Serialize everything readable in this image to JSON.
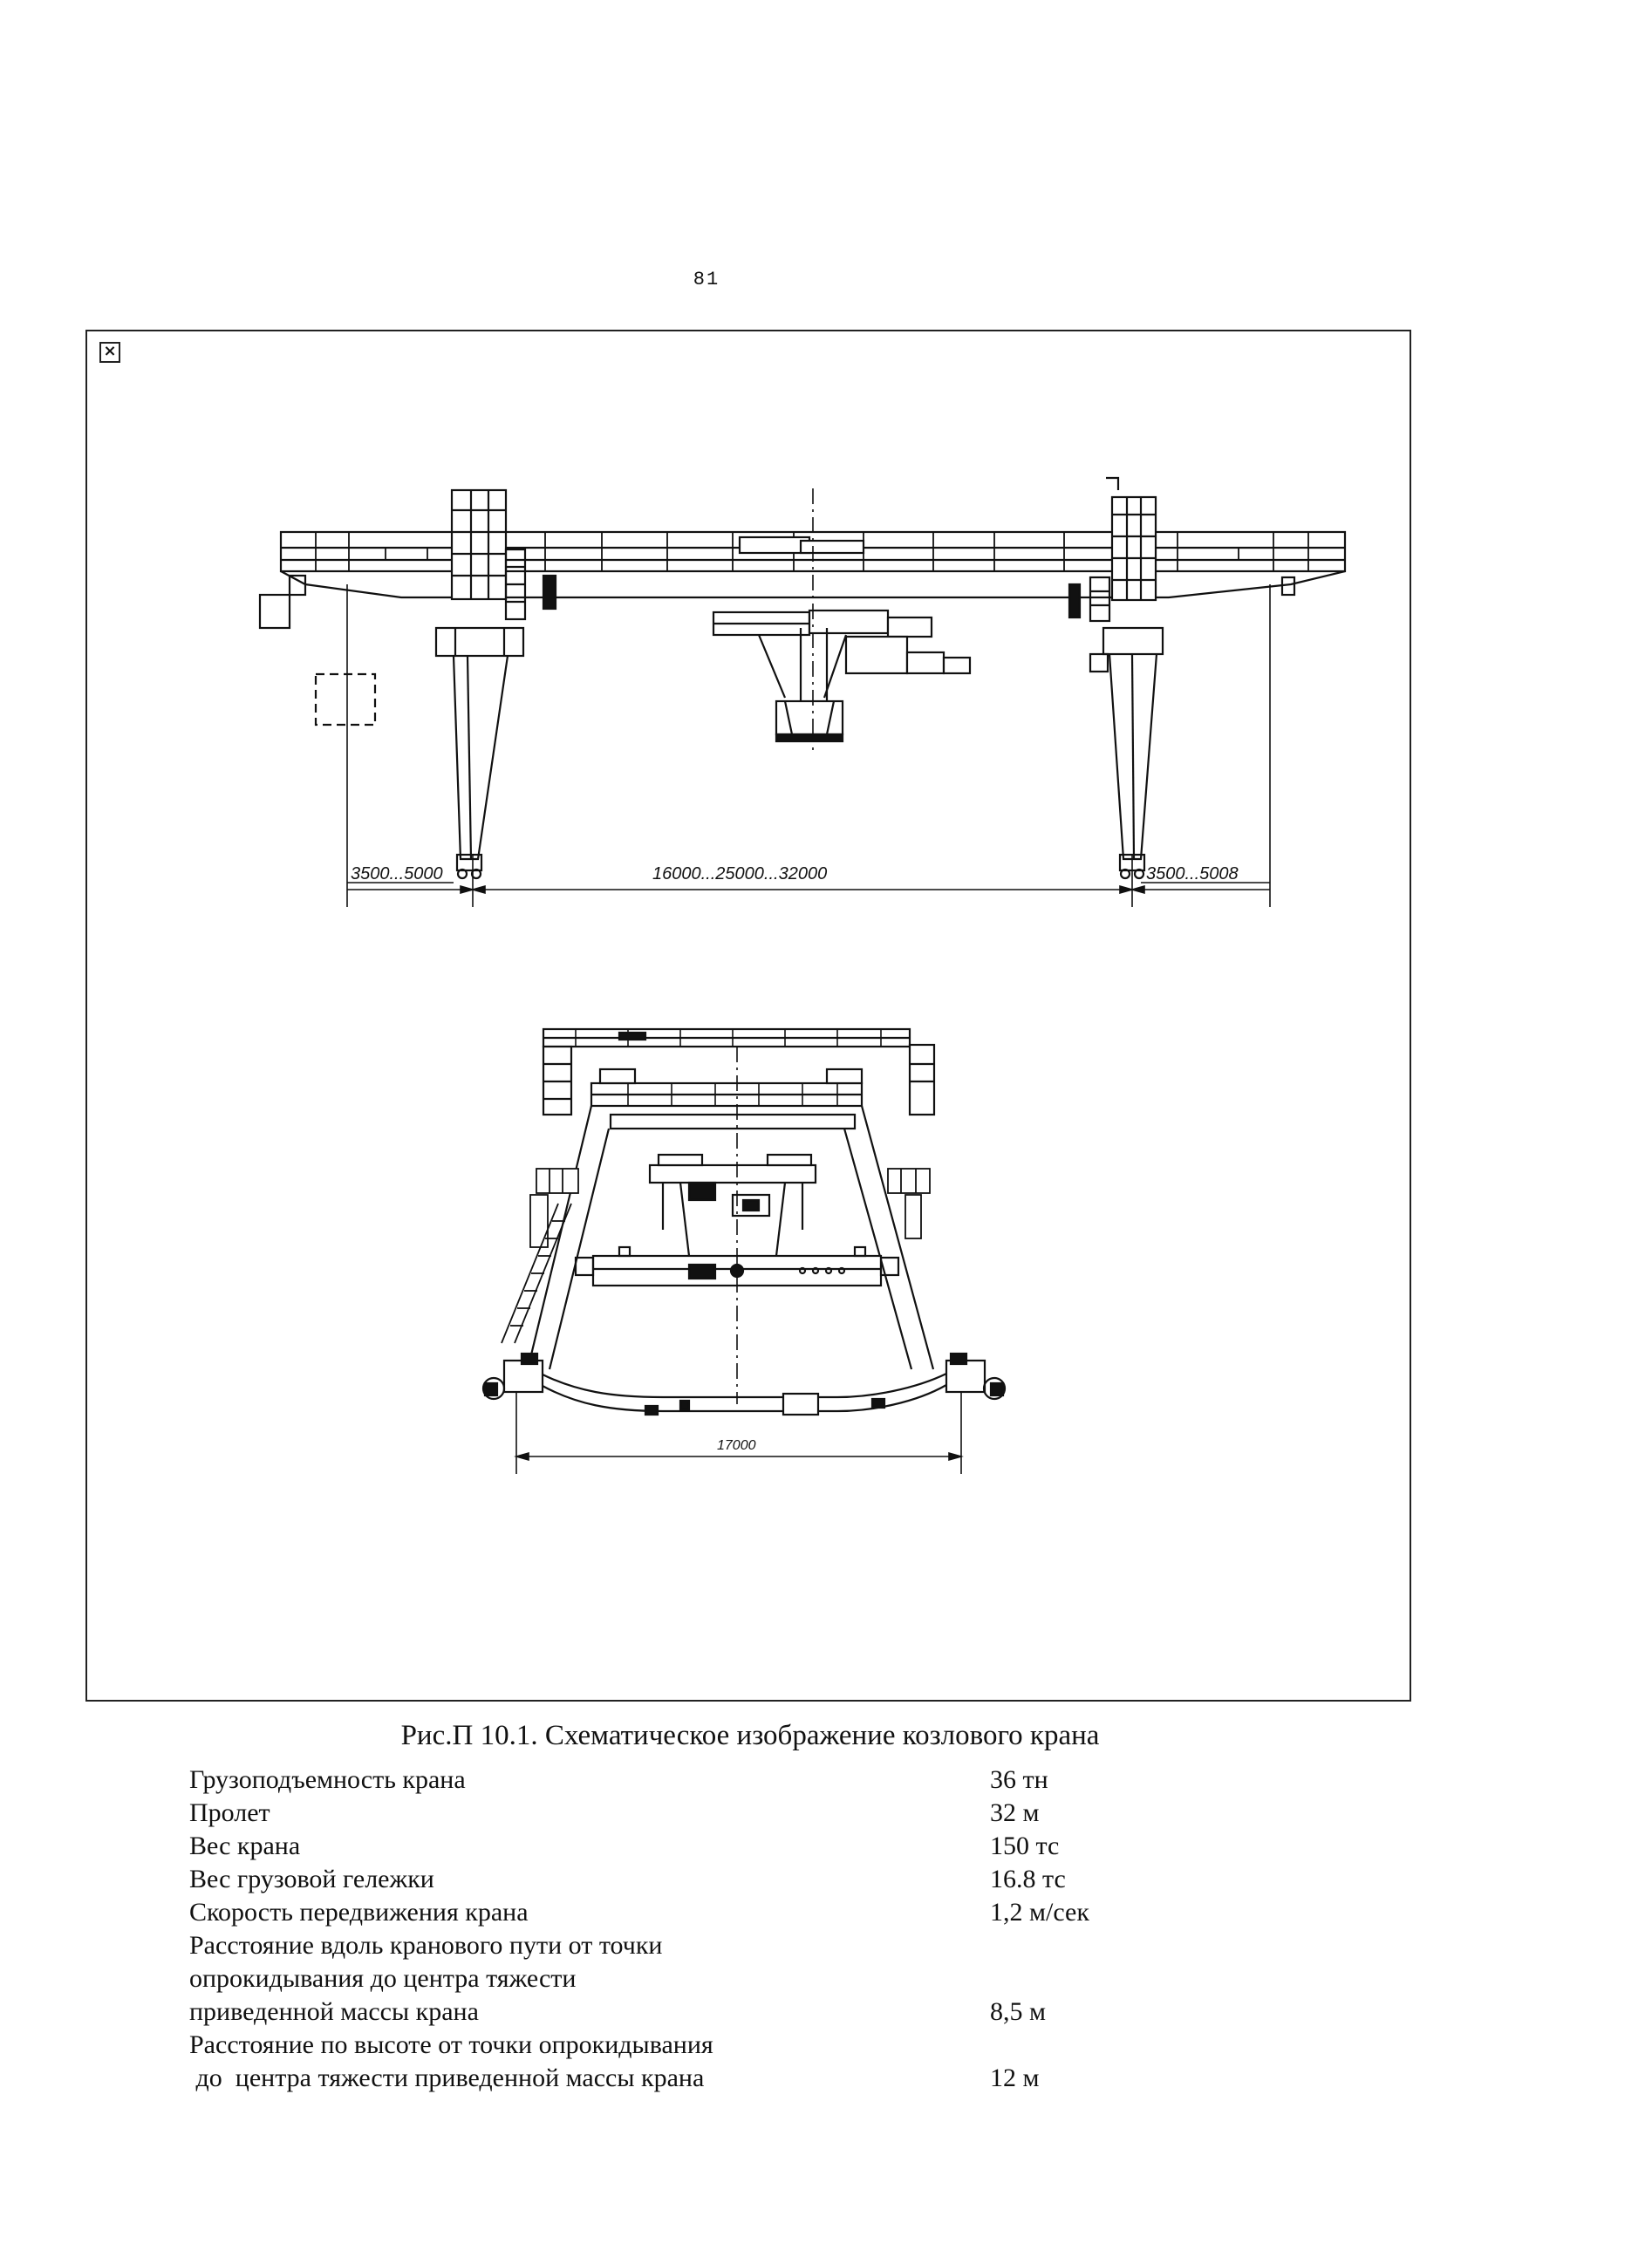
{
  "page_number": "81",
  "figure": {
    "broken_image_icon": "×",
    "dimensions": {
      "left_overhang": "3500...5000",
      "span": "16000...25000...32000",
      "right_overhang": "3500...5008",
      "base": "17000"
    }
  },
  "caption": "Рис.П 10.1. Схематическое изображение козлового крана",
  "specs": [
    {
      "label": [
        "Грузоподъемность крана"
      ],
      "value": "36 тн"
    },
    {
      "label": [
        "Пролет"
      ],
      "value": "32 м"
    },
    {
      "label": [
        "Вес крана"
      ],
      "value": "150 тс"
    },
    {
      "label": [
        "Вес грузовой гележки"
      ],
      "value": "16.8 тс"
    },
    {
      "label": [
        "Скорость передвижения крана"
      ],
      "value": "1,2 м/сек"
    },
    {
      "label": [
        "Расстояние вдоль кранового пути от точки",
        "опрокидывания до центра тяжести",
        "приведенной массы крана"
      ],
      "value": "8,5 м"
    },
    {
      "label": [
        "Расстояние по высоте от точки опрокидывания",
        " до  центра тяжести приведенной массы крана"
      ],
      "value": "12 м"
    }
  ]
}
